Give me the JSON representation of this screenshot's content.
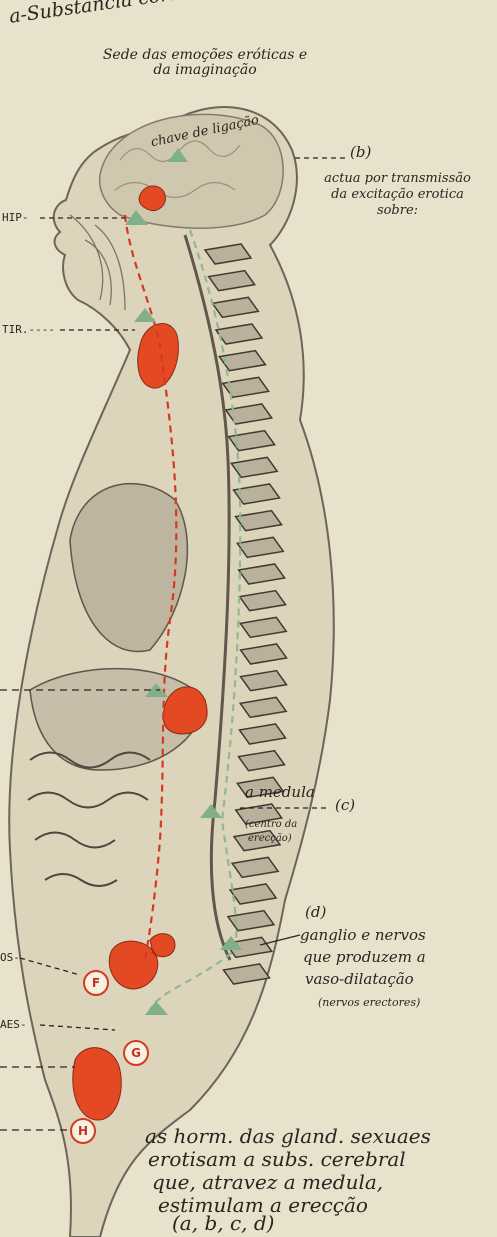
{
  "title_top": "a-Substancia cortical do cerebro-a",
  "title_sub": "Sede das emoções eróticas e da imaginação",
  "brain_key": "chave de ligação",
  "annotation_b": {
    "letter": "(b)",
    "text_line1": "actua por transmissão",
    "text_line2": "da excitação erotica",
    "text_line3": "sobre:"
  },
  "left_labels": {
    "hip": "HIP-",
    "tir": "TIR.----",
    "pos": "OS-",
    "aes": "AES-"
  },
  "annotation_c": {
    "letter": "(c)",
    "label": "a medula",
    "note_line1": "(centro da",
    "note_line2": "erecção)"
  },
  "annotation_d": {
    "letter": "(d)",
    "line1": "ganglio e nervos",
    "line2": "que produzem a",
    "line3": "vaso-dilatação",
    "line4": "(nervos erectores)"
  },
  "gland_markers": [
    "F",
    "G",
    "H"
  ],
  "bottom_text": {
    "line1": "as horm. das gland. sexuaes",
    "line2": "erotisam a subs. cerebral",
    "line3": "que, atravez a medula,",
    "line4": "estimulam a erecção",
    "line5": "(a, b, c, d)"
  },
  "colors": {
    "paper": "#e8e1cc",
    "gland": "#e34a24",
    "arrow": "#7fb08a",
    "ink": "#2b2420"
  }
}
